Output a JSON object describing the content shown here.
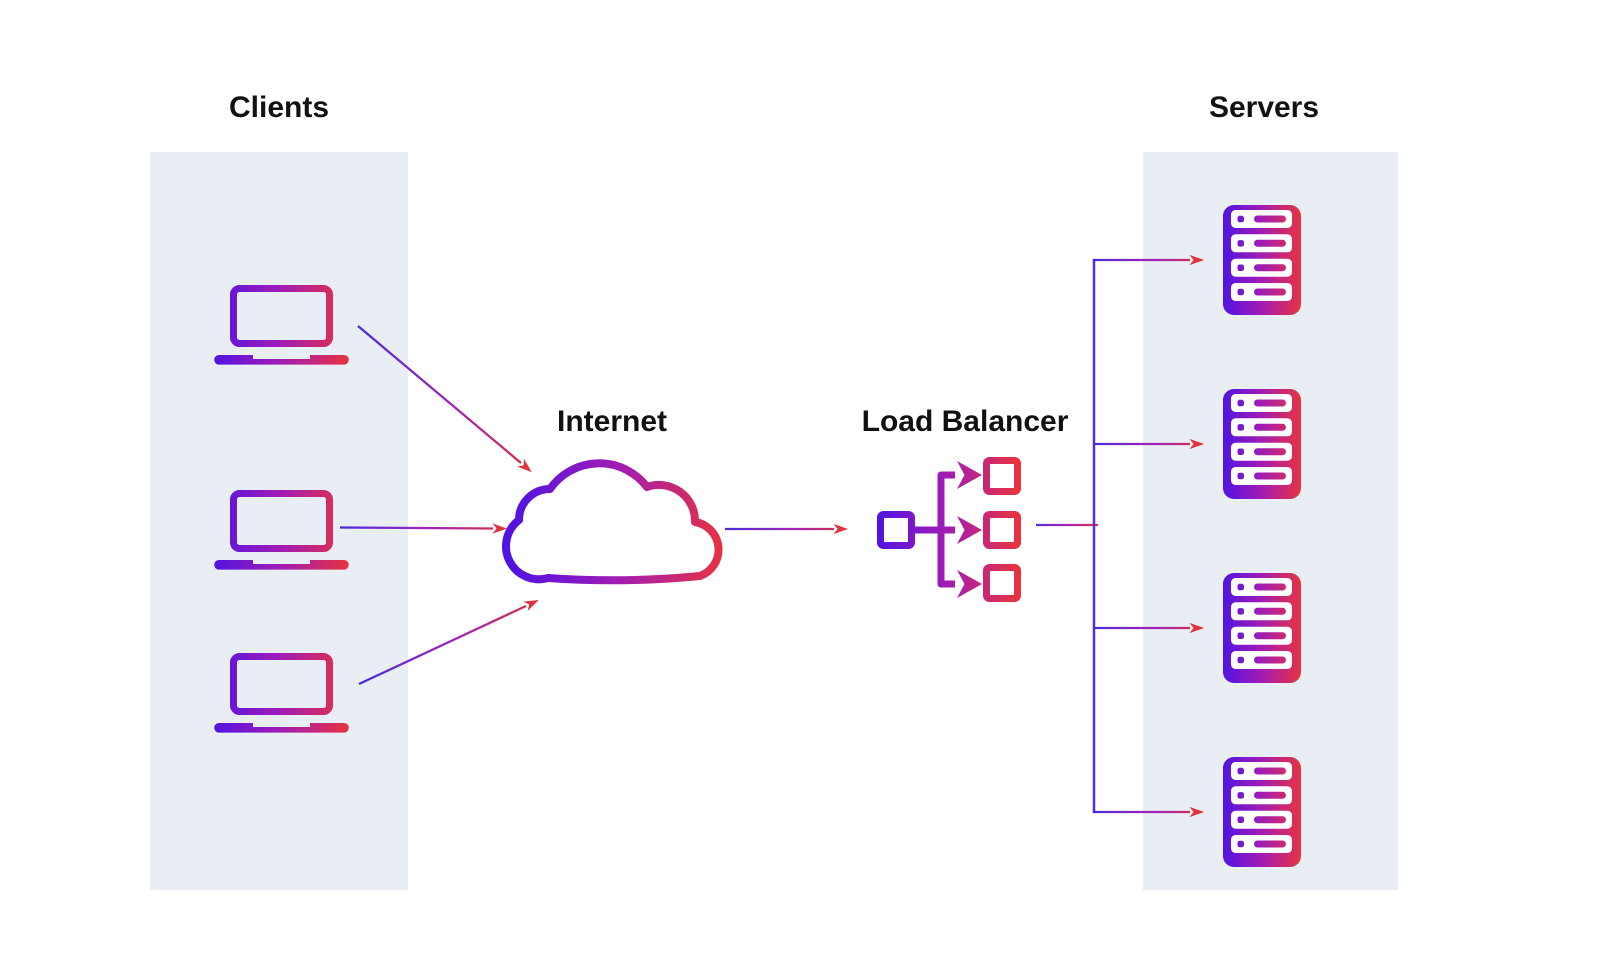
{
  "labels": {
    "clients": "Clients",
    "internet": "Internet",
    "load_balancer": "Load Balancer",
    "servers": "Servers"
  },
  "colors": {
    "panel_background": "#E9EEF4",
    "label_ink": "#111111",
    "gradient_blue": "#5213E2",
    "gradient_purple": "#A21CB4",
    "gradient_red": "#E8333E",
    "line_indigo": "#4B2BDB",
    "line_purple": "#A226B8",
    "line_red": "#DC2F3C",
    "arrowhead_red": "#DF333E",
    "trunk_indigo": "#5429E4",
    "slot_white": "#FFFFFF"
  },
  "diagram": {
    "flow": [
      "Clients",
      "Internet",
      "Load Balancer",
      "Servers"
    ],
    "client_count": 3,
    "server_count": 4,
    "load_balancer_outputs": 3
  }
}
